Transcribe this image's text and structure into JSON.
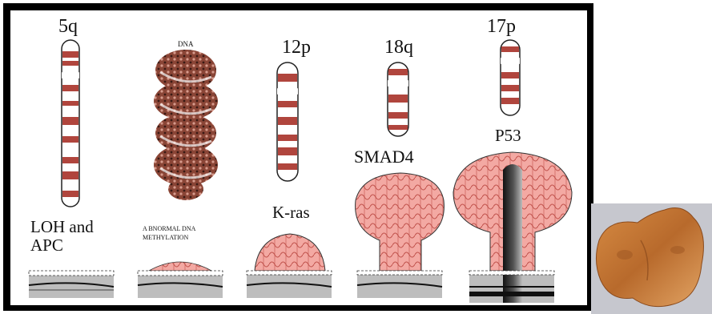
{
  "diagram": {
    "stages": [
      {
        "chromosome": "5q",
        "gene": "LOH and",
        "gene2": "APC"
      },
      {
        "chromosome": "DNA",
        "gene": "A BNORMAL DNA",
        "gene2": "METHYLATION"
      },
      {
        "chromosome": "12p",
        "gene": "K-ras"
      },
      {
        "chromosome": "18q",
        "gene": "SMAD4"
      },
      {
        "chromosome": "17p",
        "gene": "P53"
      }
    ]
  },
  "colors": {
    "frame": "#000000",
    "band": "#b0453d",
    "cell_fill": "#f3a9a3",
    "cell_stroke": "#c0504a",
    "dna": "#7a3b30",
    "tissue": "#b9b9b9",
    "photo_bg": "#c8c8d0",
    "specimen": "#c87a3a"
  }
}
